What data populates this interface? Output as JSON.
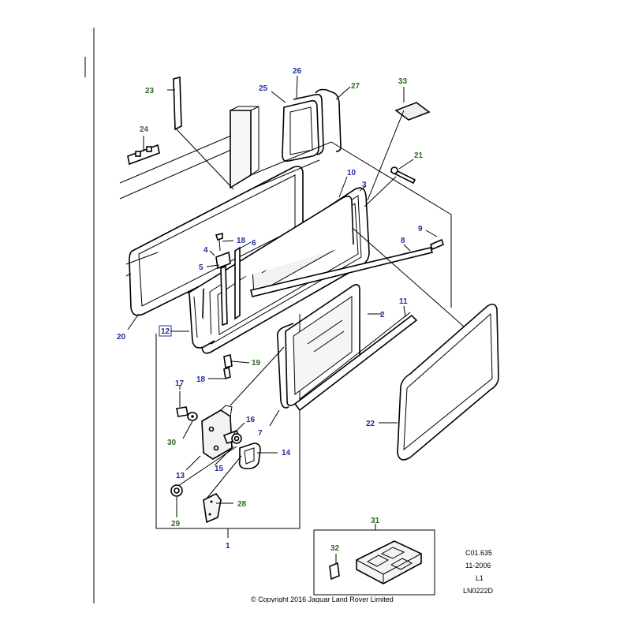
{
  "labels": {
    "l1": "1",
    "l2": "2",
    "l3": "3",
    "l4": "4",
    "l5": "5",
    "l6": "6",
    "l7": "7",
    "l8": "8",
    "l9": "9",
    "l10": "10",
    "l11": "11",
    "l12": "12",
    "l13": "13",
    "l14": "14",
    "l15": "15",
    "l16": "16",
    "l17": "17",
    "l18a": "18",
    "l18b": "18",
    "l19": "19",
    "l20": "20",
    "l21": "21",
    "l22": "22",
    "l23": "23",
    "l24": "24",
    "l25": "25",
    "l26": "26",
    "l27": "27",
    "l28": "28",
    "l29": "29",
    "l30": "30",
    "l31": "31",
    "l32": "32",
    "l33": "33"
  },
  "meta": {
    "ref": "C01.635",
    "date": "11-2006",
    "level": "L1",
    "code": "LN0222D"
  },
  "copyright": "© Copyright  2016  Jaguar Land Rover Limited",
  "colors": {
    "blue_label": "#1f2f9c",
    "green_label": "#2a6b1e"
  }
}
